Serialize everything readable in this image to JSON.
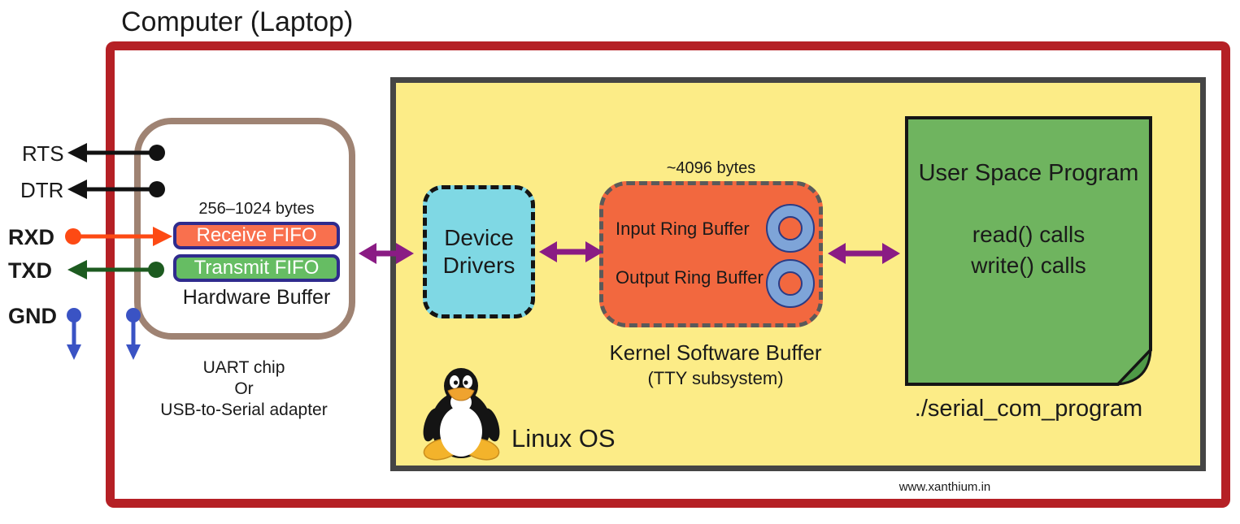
{
  "title": "Computer (Laptop)",
  "signals": {
    "rts": "RTS",
    "dtr": "DTR",
    "rxd": "RXD",
    "txd": "TXD",
    "gnd": "GND"
  },
  "uart": {
    "capacity": "256–1024 bytes",
    "receive_fifo": "Receive FIFO",
    "transmit_fifo": "Transmit FIFO",
    "hardware_buffer": "Hardware Buffer",
    "caption1": "UART chip",
    "caption2": "Or",
    "caption3": "USB-to-Serial adapter"
  },
  "linux": {
    "os_label": "Linux OS",
    "device_drivers": "Device Drivers",
    "kernel": {
      "capacity": "~4096 bytes",
      "input_ring": "Input Ring Buffer",
      "output_ring": "Output Ring Buffer",
      "title": "Kernel Software Buffer",
      "subtitle": "(TTY subsystem)"
    },
    "user_space": {
      "title": "User Space Program",
      "read_calls": "read() calls",
      "write_calls": "write() calls",
      "program": "./serial_com_program"
    }
  },
  "footer": {
    "website": "www.xanthium.in"
  },
  "colors": {
    "computer_border": "#b52025",
    "linux_fill": "#fcec87",
    "linux_border": "#454545",
    "uart_border": "#9f8373",
    "receive_fifo_fill": "#f9704e",
    "transmit_fifo_fill": "#66bd63",
    "fifo_border": "#2f2b8d",
    "device_drivers_fill": "#7fd8e4",
    "kernel_buffer_fill": "#f2683f",
    "ring_buffer_fill": "#7ea4d8",
    "user_space_fill": "#6fb45f",
    "arrow_purple": "#8a1b84",
    "arrow_rxd_orange": "#fd4a14",
    "arrow_txd_green": "#1d5b20",
    "gnd_blue": "#3a53c4"
  }
}
